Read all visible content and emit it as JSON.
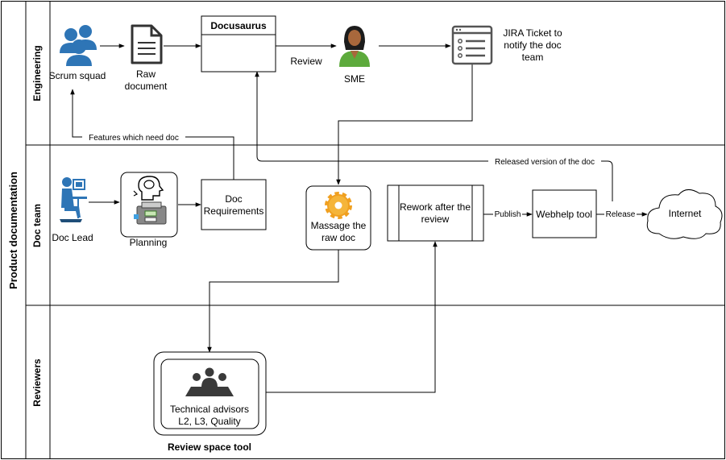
{
  "pool": {
    "title": "Product documentation"
  },
  "lanes": {
    "engineering": "Engineering",
    "doc_team": "Doc team",
    "reviewers": "Reviewers"
  },
  "nodes": {
    "scrum_squad": "Scrum squad",
    "raw_document_line1": "Raw",
    "raw_document_line2": "document",
    "docusaurus": "Docusaurus",
    "sme": "SME",
    "jira_line1": "JIRA Ticket to",
    "jira_line2": "notify the doc",
    "jira_line3": "team",
    "doc_lead": "Doc Lead",
    "planning": "Planning",
    "doc_requirements_line1": "Doc",
    "doc_requirements_line2": "Requirements",
    "massage_line1": "Massage the",
    "massage_line2": "raw doc",
    "rework_line1": "Rework after the",
    "rework_line2": "review",
    "webhelp_tool": "Webhelp tool",
    "internet": "Internet",
    "technical_advisors_line1": "Technical advisors",
    "technical_advisors_line2": "L2, L3, Quality",
    "review_space_tool": "Review space tool"
  },
  "edge_labels": {
    "review": "Review",
    "features_need_doc": "Features which need doc",
    "released_version": "Released version of the doc",
    "publish": "Publish",
    "release": "Release"
  },
  "colors": {
    "person_blue": "#2e75b6",
    "gear_orange": "#f0a020",
    "sme_green": "#5daa3c"
  }
}
